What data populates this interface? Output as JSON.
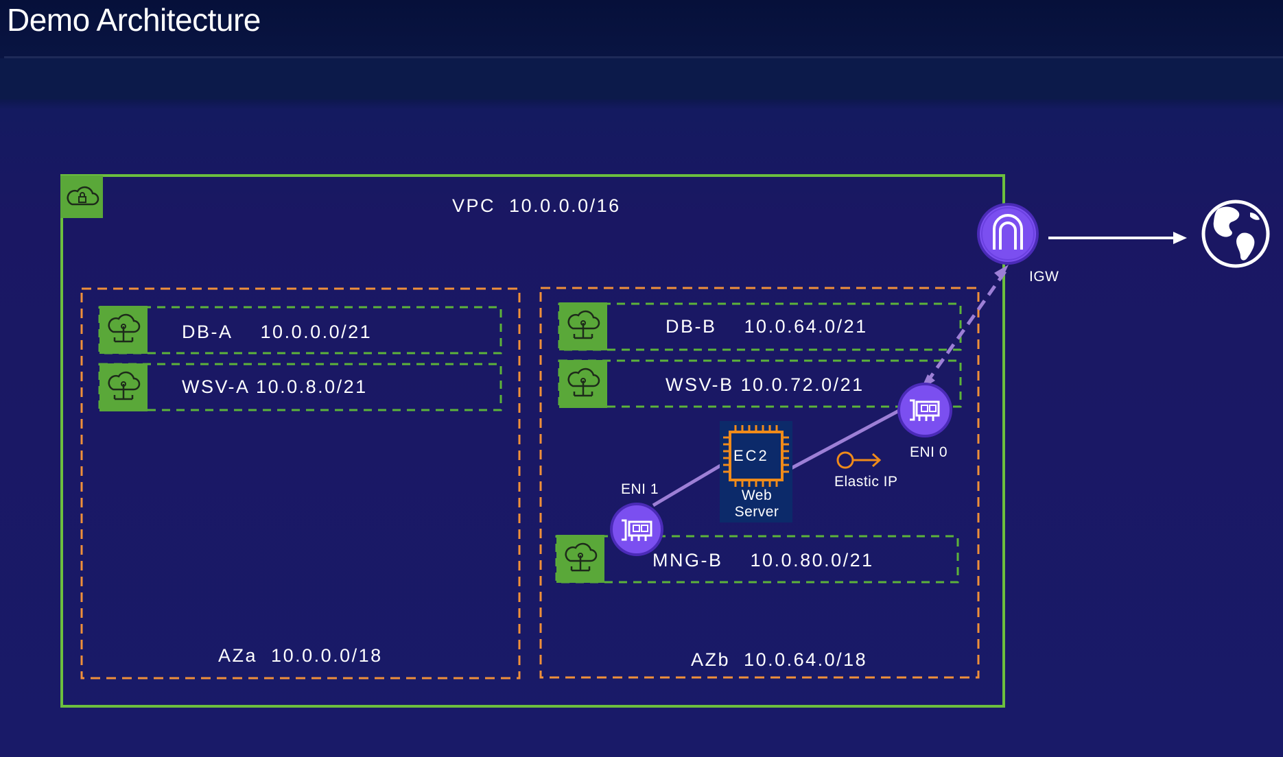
{
  "slide": {
    "title": "Demo Architecture"
  },
  "vpc": {
    "label": "VPC",
    "cidr": "10.0.0.0/16"
  },
  "az_a": {
    "label": "AZa",
    "cidr": "10.0.0.0/18",
    "subnets": [
      {
        "name": "DB-A",
        "cidr": "10.0.0.0/21"
      },
      {
        "name": "WSV-A",
        "cidr": "10.0.8.0/21"
      }
    ]
  },
  "az_b": {
    "label": "AZb",
    "cidr": "10.0.64.0/18",
    "subnets": [
      {
        "name": "DB-B",
        "cidr": "10.0.64.0/21"
      },
      {
        "name": "WSV-B",
        "cidr": "10.0.72.0/21"
      },
      {
        "name": "MNG-B",
        "cidr": "10.0.80.0/21"
      }
    ]
  },
  "ec2": {
    "chip_label": "EC2",
    "caption_line1": "Web",
    "caption_line2": "Server"
  },
  "eni0": {
    "label": "ENI 0"
  },
  "eni1": {
    "label": "ENI 1"
  },
  "elastic_ip": {
    "label": "Elastic IP"
  },
  "igw": {
    "label": "IGW"
  },
  "internet": {
    "icon": "globe-icon"
  },
  "colors": {
    "vpc_border": "#6cbf3e",
    "az_border": "#f0903a",
    "subnet_border": "#5db33a",
    "subnet_icon_bg": "#5aa839",
    "eni_purple": "#7b4ff0",
    "link_purple": "#9d7fd6",
    "ec2_orange": "#f08b1a"
  }
}
